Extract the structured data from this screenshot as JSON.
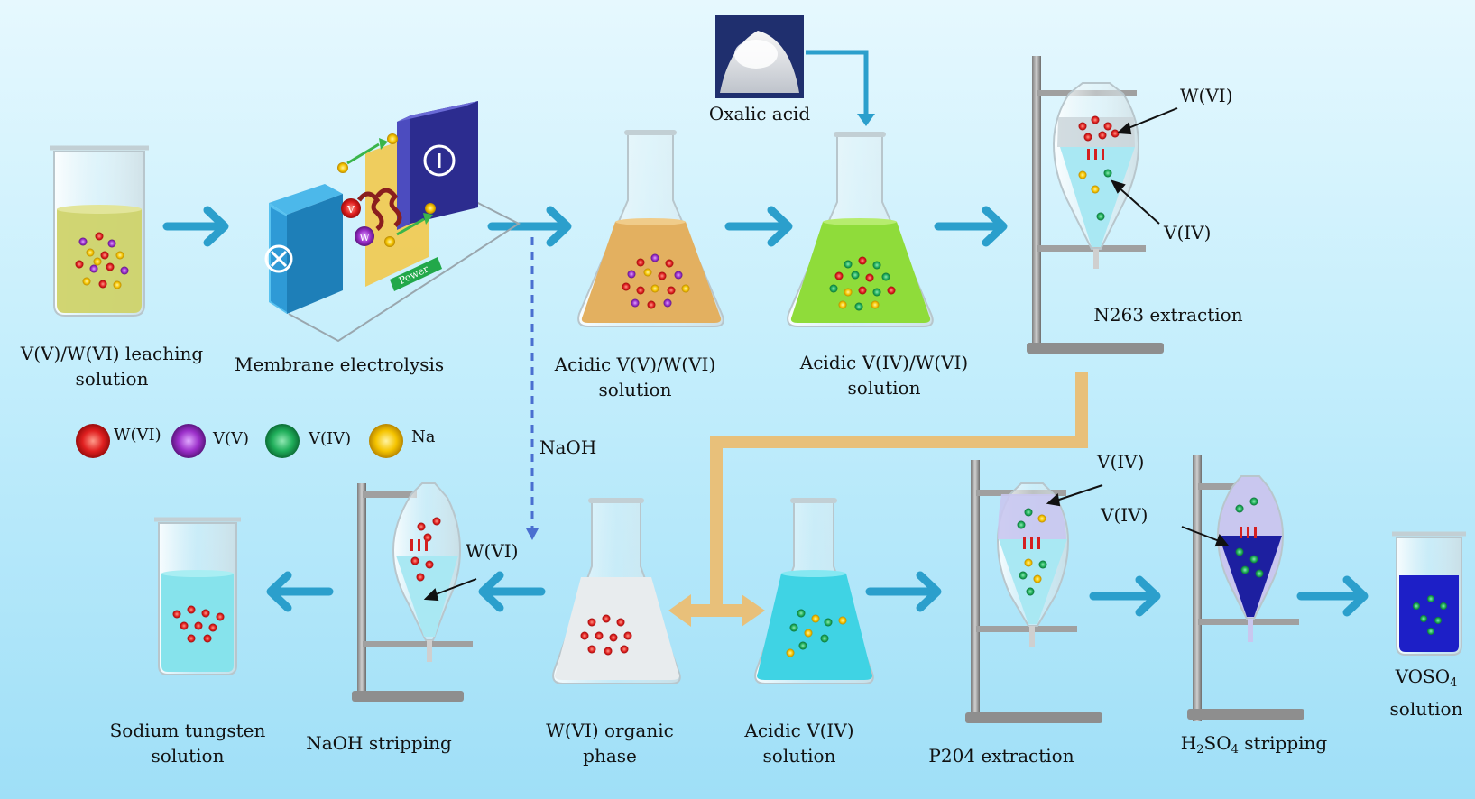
{
  "labels": {
    "leaching": [
      "V(V)/W(VI) leaching",
      "solution"
    ],
    "electrolysis": "Membrane electrolysis",
    "acidic_vv": [
      "Acidic V(V)/W(VI)",
      "solution"
    ],
    "acidic_viv_wvi": [
      "Acidic V(IV)/W(VI)",
      "solution"
    ],
    "n263": "N263 extraction",
    "oxalic": "Oxalic acid",
    "naoh": "NaOH",
    "sodium_tungsten": [
      "Sodium tungsten",
      "solution"
    ],
    "naoh_stripping": "NaOH stripping",
    "wvi_organic": [
      "W(VI) organic",
      "phase"
    ],
    "acidic_viv": [
      "Acidic V(IV)",
      "solution"
    ],
    "p204": "P204 extraction",
    "h2so4_stripping": {
      "pre": "H",
      "sub1": "2",
      "mid": "SO",
      "sub2": "4",
      "post": " stripping"
    },
    "voso4": {
      "pre": "VOSO",
      "sub": "4",
      "line2": "solution"
    },
    "power": "Power"
  },
  "pointers": {
    "n263_w": "W(VI)",
    "n263_v": "V(IV)",
    "naoh_w": "W(VI)",
    "p204_v": "V(IV)",
    "h2so4_v": "V(IV)"
  },
  "membrane_ions": {
    "v": "V",
    "w": "W"
  },
  "legend": [
    {
      "label": "W(VI)",
      "color": "#e02020"
    },
    {
      "label": "V(V)",
      "color": "#9b2fc9"
    },
    {
      "label": "V(IV)",
      "color": "#1fae5a"
    },
    {
      "label": "Na",
      "color": "#f5c400"
    }
  ],
  "colors": {
    "arrow": "#2b9fcc",
    "tan_flow": "#e8c07a",
    "dashed": "#4a6fd0"
  }
}
